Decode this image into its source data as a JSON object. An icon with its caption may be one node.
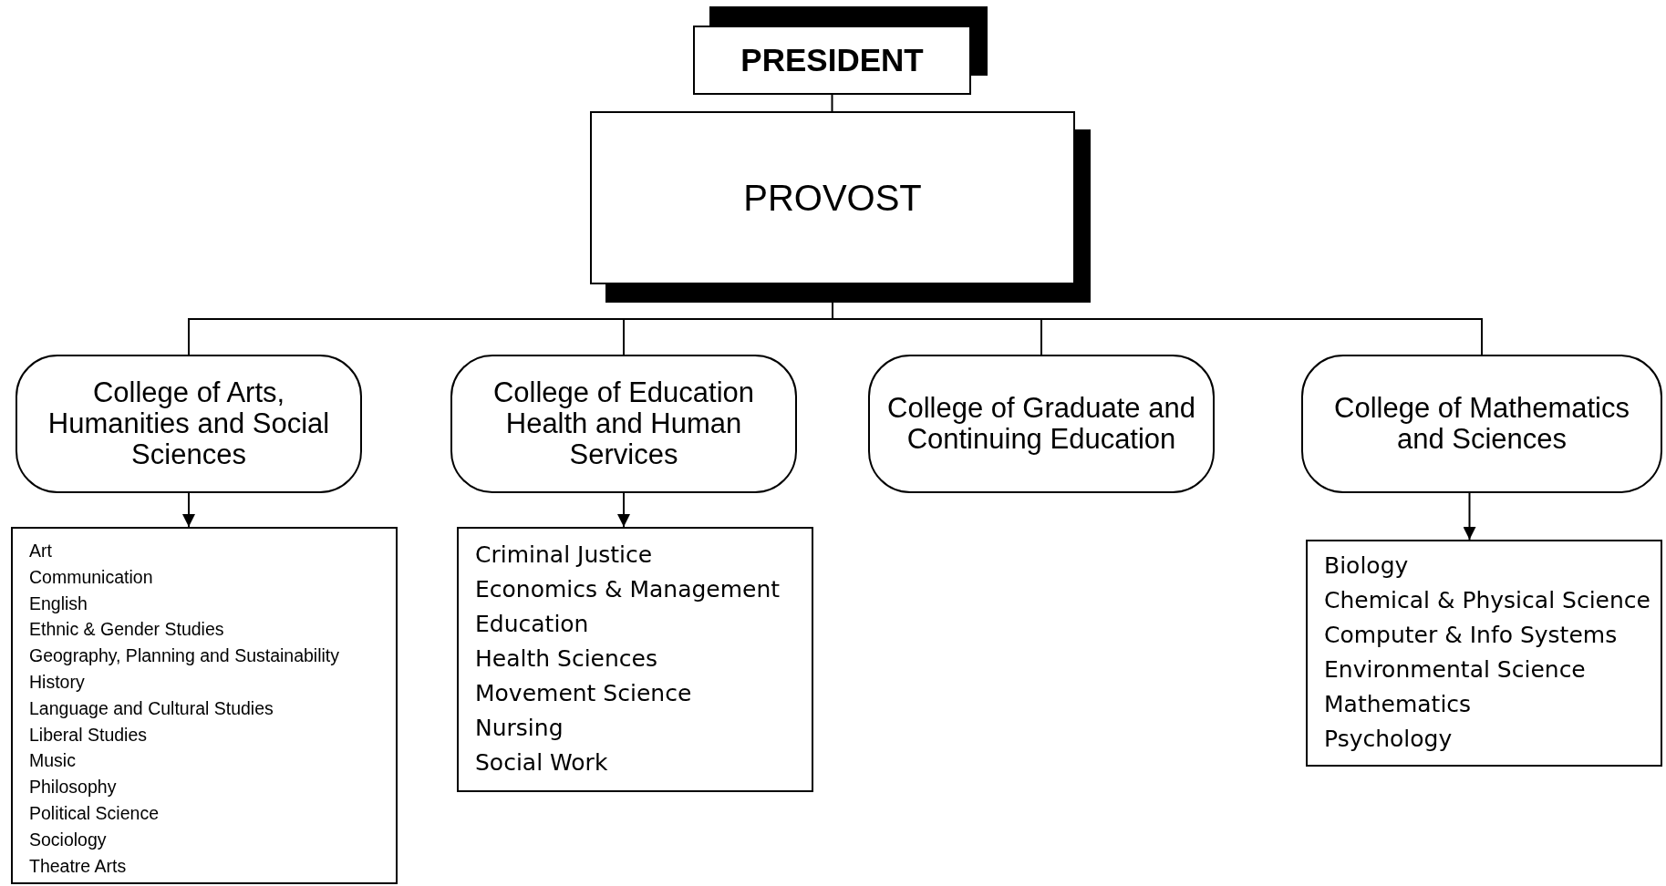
{
  "diagram": {
    "nodes": [
      {
        "text": [
          "PRESIDENT"
        ]
      },
      {
        "text": [
          "PROVOST"
        ]
      },
      {
        "text": [
          "College of Arts, Humanities and Social Sciences"
        ]
      },
      {
        "text": [
          "College of Education Health and Human Services"
        ]
      },
      {
        "text": [
          "College of Graduate and Continuing Education"
        ]
      },
      {
        "text": [
          "College of Mathematics and Sciences"
        ]
      },
      {
        "text": [
          "Art",
          "Communication",
          "English",
          "Ethnic & Gender Studies",
          "Geography, Planning and Sustainability",
          "History",
          "Language and Cultural Studies",
          "Liberal Studies",
          "Music",
          "Philosophy",
          "Political Science",
          "Sociology",
          "Theatre Arts"
        ]
      },
      {
        "text": [
          "Criminal Justice",
          "Economics & Management",
          "Education",
          "Health Sciences",
          "Movement Science",
          "Nursing",
          "Social Work"
        ]
      },
      {
        "text": [
          "Biology",
          "Chemical & Physical Science",
          "Computer & Info Systems",
          "Environmental Science",
          "Mathematics",
          "Psychology"
        ]
      }
    ],
    "edges": [
      {
        "from": 0,
        "to": 1,
        "arrow": "none"
      },
      {
        "from": 1,
        "to": 2,
        "arrow": "none"
      },
      {
        "from": 1,
        "to": 3,
        "arrow": "none"
      },
      {
        "from": 1,
        "to": 4,
        "arrow": "none"
      },
      {
        "from": 1,
        "to": 5,
        "arrow": "none"
      },
      {
        "from": 2,
        "to": 6,
        "arrow": "to"
      },
      {
        "from": 3,
        "to": 7,
        "arrow": "to"
      },
      {
        "from": 5,
        "to": 8,
        "arrow": "to"
      }
    ]
  }
}
